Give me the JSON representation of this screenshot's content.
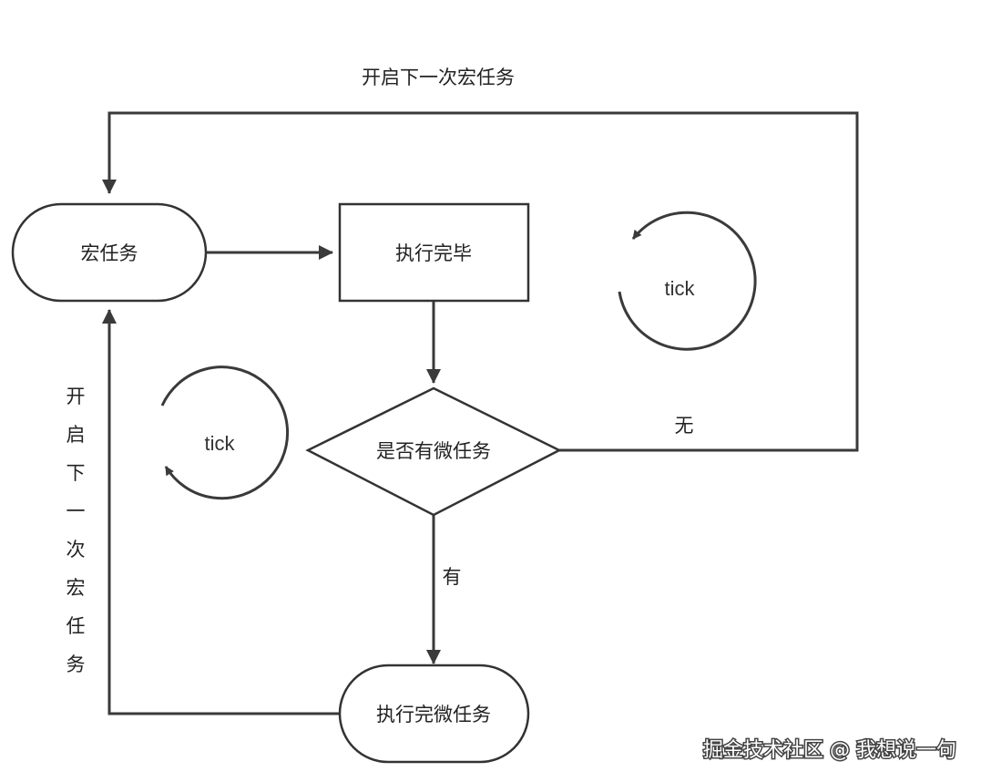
{
  "nodes": {
    "macro_task": "宏任务",
    "execute_done": "执行完毕",
    "has_micro": "是否有微任务",
    "execute_micro": "执行完微任务"
  },
  "edges": {
    "top_loop": "开启下一次宏任务",
    "left_loop": [
      "开",
      "启",
      "下",
      "一",
      "次",
      "宏",
      "任",
      "务"
    ],
    "no": "无",
    "yes": "有"
  },
  "ticks": {
    "right": "tick",
    "left": "tick"
  },
  "watermark": "掘金技术社区 @ 我想说一句"
}
